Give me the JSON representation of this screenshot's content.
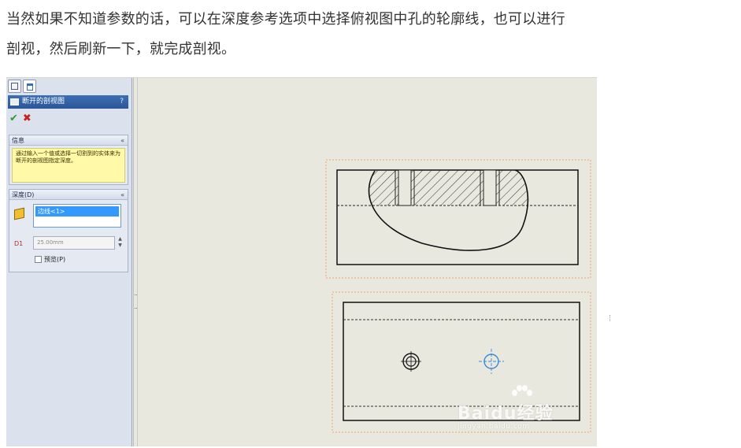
{
  "article": {
    "line1": "当然如果不知道参数的话，可以在深度参考选项中选择俯视图中孔的轮廓线，也可以进行",
    "line2": "剖视，然后刷新一下，就完成剖视。"
  },
  "panel": {
    "title": "断开的剖视图",
    "help": "?",
    "ok": "✔",
    "cancel": "✖",
    "info": {
      "header": "信息",
      "collapse": "«",
      "text": "通过输入一个值或选择一切割到的实体来为断开的剖视图指定深度。"
    },
    "depth": {
      "header": "深度(D)",
      "collapse": "«",
      "reference_item": "边线<1>",
      "depth_value": "25.00mm",
      "spinner_up": "▲",
      "spinner_down": "▼",
      "depth_icon_label": "D1",
      "preview_label": "预览(P)"
    }
  },
  "watermark": {
    "brand": "Baidu经验",
    "url": "jingyan.baidu.com"
  },
  "colors": {
    "panel_bg": "#dbe2ee",
    "title_bar": "#2b5696",
    "canvas_bg": "#e9e8df",
    "info_bg": "#fff9a8",
    "selection": "#3399ff",
    "view_border": "#f0a070",
    "hole_highlight": "#3a8ad8"
  }
}
